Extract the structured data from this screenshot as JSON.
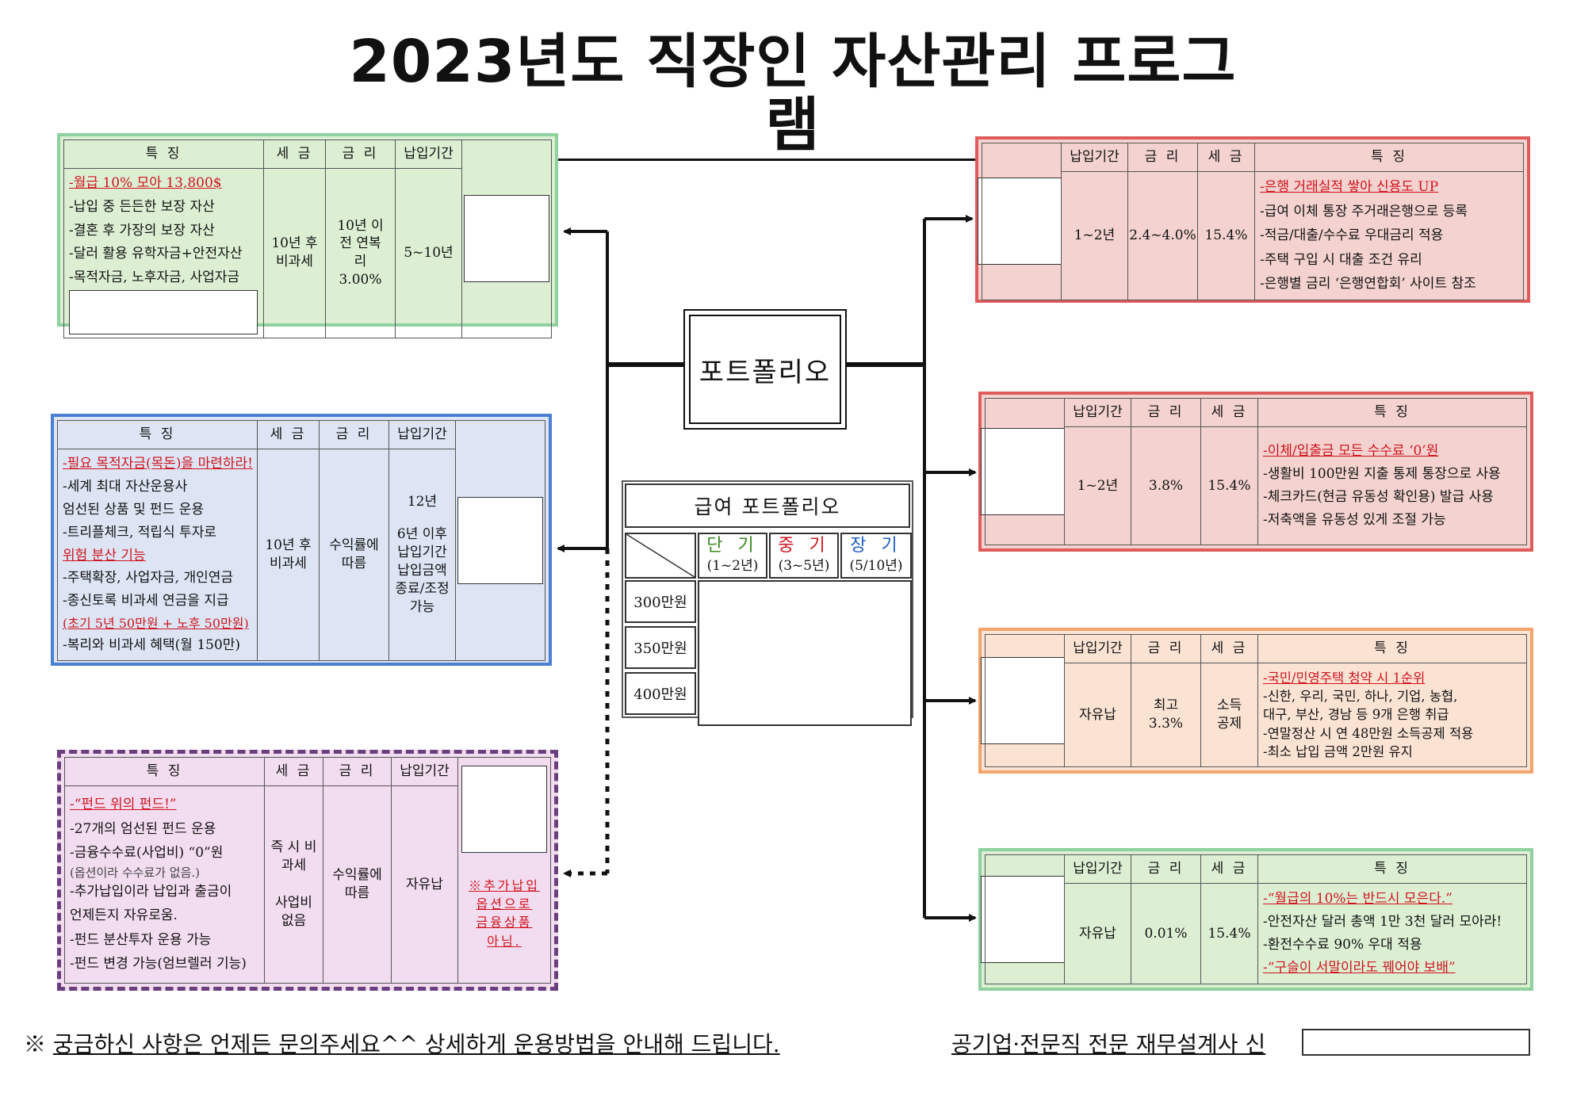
{
  "title": "2023년도 직장인 자산관리 프로그램",
  "headers": {
    "feature": "특 징",
    "tax": "세 금",
    "rate": "금 리",
    "period": "납입기간"
  },
  "center": {
    "portfolio": "포트폴리오"
  },
  "salary_portfolio": {
    "title": "급여 포트폴리오",
    "columns": [
      {
        "label": "단 기",
        "sub": "(1~2년)",
        "color": "#3a8a1e"
      },
      {
        "label": "중 기",
        "sub": "(3~5년)",
        "color": "#d0141e"
      },
      {
        "label": "장 기",
        "sub": "(5/10년)",
        "color": "#1f5fc8"
      }
    ],
    "rows": [
      "300만원",
      "350만원",
      "400만원"
    ]
  },
  "left_panels": [
    {
      "features": [
        {
          "text": "-월급 10% 모아 13,800$",
          "highlight": true
        },
        {
          "text": "-납입 중 든든한 보장 자산"
        },
        {
          "text": "-결혼 후 가장의 보장 자산"
        },
        {
          "text": "-달러 활용 유학자금+안전자산"
        },
        {
          "text": "-목적자금, 노후자금, 사업자금"
        }
      ],
      "tax": "10년 후 비과세",
      "rate": "10년 이전 연복리 3.00%",
      "period": "5~10년"
    },
    {
      "features": [
        {
          "text": "-필요 목적자금(목돈)을 마련하라!",
          "highlight": true
        },
        {
          "text": "-세계 최대 자산운용사"
        },
        {
          "text": " 엄선된 상품 및 펀드 운용"
        },
        {
          "text": "-트리플체크, 적립식 투자로",
          "highlight_part": "트리플체크, 적립식 투자"
        },
        {
          "text": " 위험 분산 기능",
          "highlight": true
        },
        {
          "text": "-주택확장, 사업자금, 개인연금"
        },
        {
          "text": "-종신토록 비과세 연금을 지급"
        },
        {
          "text": "(초기 5년 50만원 + 노후 50만원)",
          "highlight": true
        },
        {
          "text": "-복리와 비과세 혜택(월 150만)"
        }
      ],
      "tax": "10년 후 비과세",
      "rate": "수익률에 따름",
      "period_top": "12년",
      "period_bottom": "6년 이후 납입기간 납입금액 종료/조정 가능"
    },
    {
      "features": [
        {
          "text": "-“펀드 위의 펀드!”",
          "highlight_part": "“펀드 위의 펀드!”"
        },
        {
          "text": "-27개의 엄선된 펀드 운용"
        },
        {
          "text": "-금융수수료(사업비) “0”원",
          "highlight_part": "금융수수료(사업비)"
        },
        {
          "text": " (옵션이라 수수료가 없음.)",
          "small": true
        },
        {
          "text": "-추가납입이라 납입과 출금이"
        },
        {
          "text": " 언제든지 자유로움."
        },
        {
          "text": "-펀드 분산투자 운용 가능"
        },
        {
          "text": "-펀드 변경 가능(엄브렐러 기능)"
        }
      ],
      "tax_top": "즉 시 비과세",
      "tax_bottom": "사업비 없음",
      "rate": "수익률에 따름",
      "period": "자유납",
      "note": "※추가납입 옵션으로 금융상품 아님."
    }
  ],
  "right_panels": [
    {
      "period": "1~2년",
      "rate": "2.4~4.0%",
      "tax": "15.4%",
      "features": [
        {
          "text": "-은행 거래실적 쌓아 신용도 UP",
          "highlight": true
        },
        {
          "text": "-급여 이체 통장 주거래은행으로 등록"
        },
        {
          "text": "-적금/대출/수수료 우대금리 적용"
        },
        {
          "text": "-주택 구입 시 대출 조건 유리"
        },
        {
          "text": "-은행별 금리 ‘은행연합회’ 사이트 참조"
        }
      ]
    },
    {
      "period": "1~2년",
      "rate": "3.8%",
      "tax": "15.4%",
      "features": [
        {
          "text": "-이체/입출금 모든 수수료 ‘0’원",
          "highlight": true
        },
        {
          "text": "-생활비 100만원 지출 통제 통장으로 사용"
        },
        {
          "text": "-체크카드(현금 유동성 확인용) 발급 사용"
        },
        {
          "text": "-저축액을 유동성 있게 조절 가능"
        }
      ]
    },
    {
      "period": "자유납",
      "rate": "최고 3.3%",
      "tax": "소득 공제",
      "features": [
        {
          "text": "-국민/민영주택 청약 시 1순위",
          "highlight": true
        },
        {
          "text": "-신한, 우리, 국민, 하나, 기업, 농협,"
        },
        {
          "text": " 대구, 부산, 경남 등 9개 은행 취급"
        },
        {
          "text": "-연말정산 시 연 48만원 소득공제 적용"
        },
        {
          "text": "-최소 납입 금액 2만원 유지"
        }
      ]
    },
    {
      "period": "자유납",
      "rate": "0.01%",
      "tax": "15.4%",
      "features": [
        {
          "text": "-“월급의 10%는 반드시 모은다.”",
          "highlight_part": "“월급의 10%는 반드시 모은다.”"
        },
        {
          "text": "-안전자산 달러 총액 1만 3천 달러 모아라!"
        },
        {
          "text": "-환전수수료 90% 우대 적용"
        },
        {
          "text": "-“구슬이 서말이라도 꿰어야 보배”",
          "highlight_part": "“구슬이 서말이라도 꿰어야 보배”"
        }
      ]
    }
  ],
  "footer": {
    "left_mark": "※",
    "left_text": "궁금하신 사항은 언제든 문의주세요^^ 상세하게 운용방법을 안내해 드립니다.",
    "right_text": "공기업·전문직 전문 재무설계사 신"
  },
  "colors": {
    "green_bg": "#dcefd3",
    "green_border": "#8fd19e",
    "blue_bg": "#dde5f4",
    "blue_border": "#4a7fd4",
    "purple_bg": "#f2dcef",
    "purple_border": "#6b3f7d",
    "pink_bg": "#f3d2cf",
    "pink_border": "#e05c5c",
    "orange_bg": "#fbe3d4",
    "orange_border": "#f4a46a",
    "highlight_red": "#d0141e"
  }
}
